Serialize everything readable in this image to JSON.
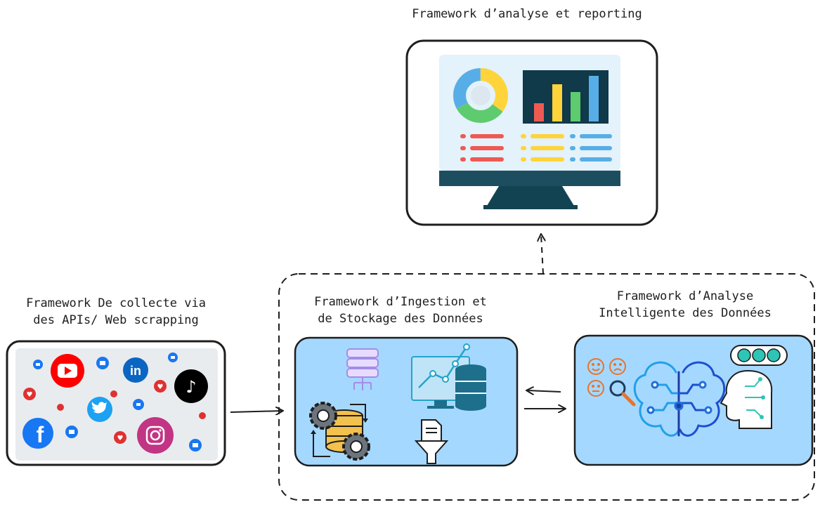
{
  "nodes": {
    "reporting": {
      "title": "Framework d’analyse et reporting"
    },
    "collecte": {
      "title": "Framework De collecte via\ndes APIs/ Web scrapping"
    },
    "ingestion": {
      "title": "Framework d’Ingestion et\nde Stockage des Données"
    },
    "analyse": {
      "title": "Framework d’Analyse\nIntelligente des Données"
    }
  },
  "icons": {
    "collecte": [
      "youtube-icon",
      "linkedin-icon",
      "tiktok-icon",
      "twitter-icon",
      "facebook-icon",
      "instagram-icon",
      "like-icon",
      "heart-icon"
    ],
    "ingestion": [
      "database-server-icon",
      "analytics-monitor-icon",
      "database-gears-icon",
      "filter-funnel-icon"
    ],
    "analyse": [
      "emotion-faces-icon",
      "ai-brain-icon",
      "head-profile-icon"
    ],
    "reporting": [
      "dashboard-monitor-icon"
    ]
  },
  "colors": {
    "youtube": "#ff0000",
    "linkedin": "#0a66c2",
    "tiktok": "#000000",
    "twitter": "#1da1f2",
    "facebook": "#1877f2",
    "instagram": "#c13584",
    "panel_blue": "#a5d8ff",
    "panel_gray": "#e9ecef"
  }
}
